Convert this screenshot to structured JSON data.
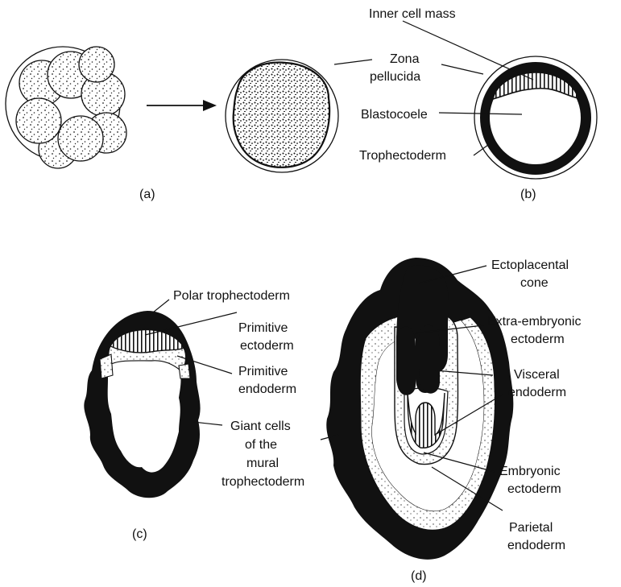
{
  "panels": {
    "a": {
      "caption": "(a)"
    },
    "b": {
      "caption": "(b)",
      "labels": {
        "inner_cell_mass": "Inner cell mass",
        "zona_line1": "Zona",
        "zona_line2": "pellucida",
        "blastocoele": "Blastocoele",
        "trophectoderm": "Trophectoderm"
      }
    },
    "c": {
      "caption": "(c)",
      "labels": {
        "polar_trophectoderm": "Polar trophectoderm",
        "primitive_ectoderm_line1": "Primitive",
        "primitive_ectoderm_line2": "ectoderm",
        "primitive_endoderm_line1": "Primitive",
        "primitive_endoderm_line2": "endoderm",
        "giant_cells_line1": "Giant cells",
        "giant_cells_line2": "of the",
        "giant_cells_line3": "mural",
        "giant_cells_line4": "trophectoderm"
      }
    },
    "d": {
      "caption": "(d)",
      "labels": {
        "ectoplacental_line1": "Ectoplacental",
        "ectoplacental_line2": "cone",
        "extra_embryonic_line1": "Extra-embryonic",
        "extra_embryonic_line2": "ectoderm",
        "visceral_line1": "Visceral",
        "visceral_line2": "endoderm",
        "embryonic_line1": "Embryonic",
        "embryonic_line2": "ectoderm",
        "parietal_line1": "Parietal",
        "parietal_line2": "endoderm"
      }
    }
  }
}
